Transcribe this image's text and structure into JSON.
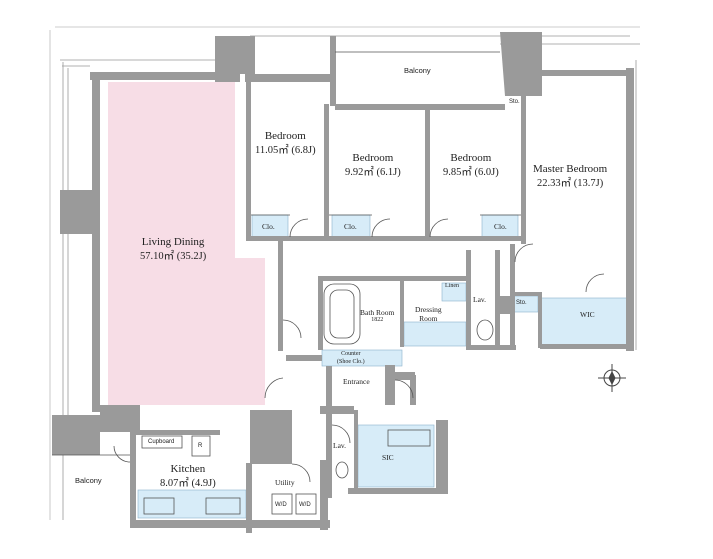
{
  "plan": {
    "living_dining": {
      "name": "Living Dining",
      "area": "57.10㎡ (35.2J)"
    },
    "kitchen": {
      "name": "Kitchen",
      "area": "8.07㎡ (4.9J)",
      "cupboard": "Cupboard",
      "fridge": "R"
    },
    "bedroom_1": {
      "name": "Bedroom",
      "area": "11.05㎡ (6.8J)",
      "closet": "Clo."
    },
    "bedroom_2": {
      "name": "Bedroom",
      "area": "9.92㎡ (6.1J)",
      "closet": "Clo."
    },
    "bedroom_3": {
      "name": "Bedroom",
      "area": "9.85㎡ (6.0J)",
      "closet": "Clo."
    },
    "master_bedroom": {
      "name": "Master Bedroom",
      "area": "22.33㎡ (13.7J)",
      "storage": "Sto.",
      "wic": "WIC",
      "storage_2": "Sto."
    },
    "balcony_top": "Balcony",
    "balcony_bottom": "Balcony",
    "bath": {
      "name": "Bath Room",
      "size": "1822"
    },
    "dressing": {
      "name": "Dressing",
      "name2": "Room",
      "linen": "Linen"
    },
    "lavatory_1": "Lav.",
    "lavatory_2": "Lav.",
    "counter": {
      "line1": "Counter",
      "line2": "(Shoe Clo.)"
    },
    "entrance": "Entrance",
    "sic": "SIC",
    "utility": {
      "name": "Utility",
      "wd1": "W/D",
      "wd2": "W/D"
    },
    "colors": {
      "wall": "#9a9a9a",
      "living_fill": "#f7dde6",
      "storage_fill": "#d7ecf8",
      "line": "#555555"
    }
  }
}
